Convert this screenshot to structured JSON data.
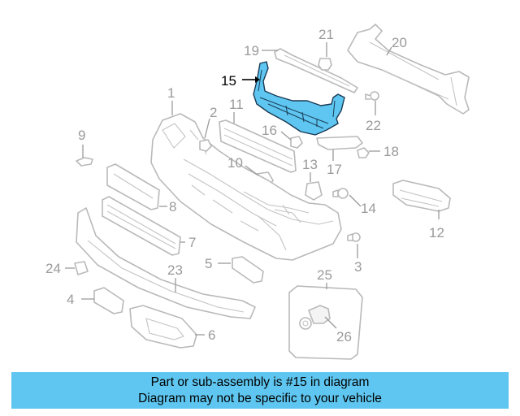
{
  "diagram": {
    "highlight_color": "#5ec6f0",
    "highlighted_part": "15",
    "callouts": [
      "1",
      "2",
      "3",
      "4",
      "5",
      "6",
      "7",
      "8",
      "9",
      "10",
      "11",
      "12",
      "13",
      "14",
      "15",
      "16",
      "17",
      "18",
      "19",
      "20",
      "21",
      "22",
      "23",
      "24",
      "25",
      "26"
    ]
  },
  "caption": {
    "line1": "Part or sub-assembly is #15 in diagram",
    "line2": "Diagram may not be specific to your vehicle"
  }
}
